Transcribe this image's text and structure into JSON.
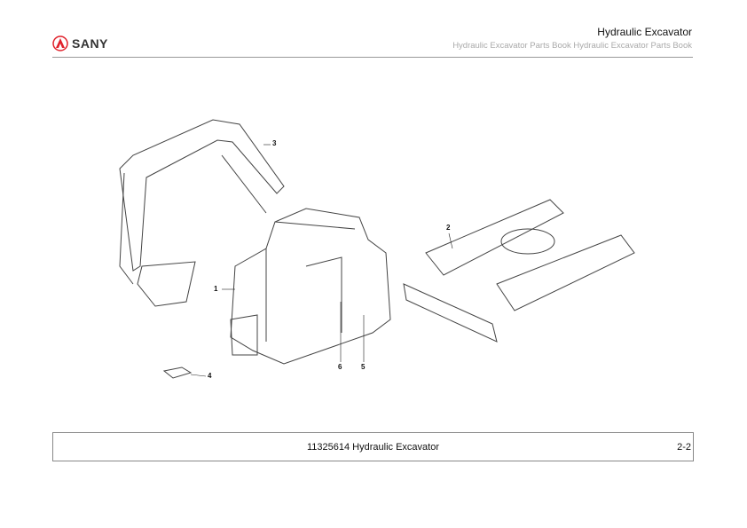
{
  "header": {
    "brand": "SANY",
    "title": "Hydraulic Excavator",
    "subtitle": "Hydraulic Excavator Parts Book Hydraulic Excavator Parts Book"
  },
  "figure": {
    "callouts": [
      "1",
      "2",
      "3",
      "4",
      "5",
      "6"
    ]
  },
  "footer": {
    "title": "11325614 Hydraulic Excavator",
    "page": "2-2"
  },
  "colors": {
    "logo_red": "#e0202a"
  }
}
